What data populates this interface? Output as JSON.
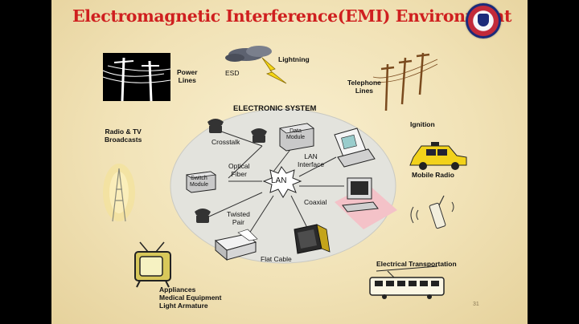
{
  "title": "Electromagnetic Interference(EMI) Environment",
  "system": {
    "heading": "ELECTRONIC SYSTEM",
    "hub": "LAN",
    "nodes": {
      "crosstalk": "Crosstalk",
      "data_module": [
        "Data",
        "Module"
      ],
      "lan_interface": [
        "LAN",
        "Interface"
      ],
      "optical_fiber": [
        "Optical",
        "Fiber"
      ],
      "switch_module": [
        "Switch",
        "Module"
      ],
      "coaxial": "Coaxial",
      "twisted_pair": [
        "Twisted",
        "Pair"
      ],
      "flat_cable": "Flat Cable"
    }
  },
  "sources": {
    "power_lines": [
      "Power",
      "Lines"
    ],
    "esd": "ESD",
    "lightning": "Lightning",
    "telephone_lines": [
      "Telephone",
      "Lines"
    ],
    "radio_tv": [
      "Radio & TV",
      "Broadcasts"
    ],
    "ignition": "Ignition",
    "mobile_radio": "Mobile Radio",
    "electrical_transportation": "Electrical Transportation",
    "appliances": [
      "Appliances",
      "Medical Equipment",
      "Light Armature"
    ]
  },
  "page_number": "31",
  "colors": {
    "title": "#cf1f1f",
    "background": "#f1e2b6",
    "system_ellipse": "#e3e3dd",
    "hub_starburst": "#ffffff",
    "letterbox": "#000000"
  },
  "icons": [
    "power-lines-icon",
    "lightning-cloud-icon",
    "telephone-pole-icon",
    "radio-tower-icon",
    "taxi-icon",
    "cell-phone-icon",
    "tram-icon",
    "tv-icon",
    "telephone-icon",
    "computer-icon",
    "printer-icon",
    "monitor-icon",
    "college-logo-icon"
  ]
}
